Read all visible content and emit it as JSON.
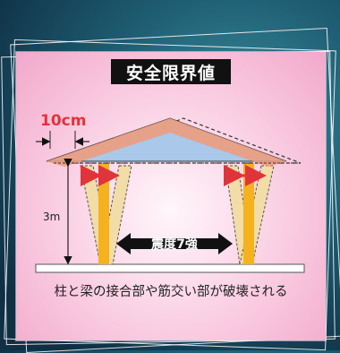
{
  "title": "安全限界値",
  "dimension_top": "10cm",
  "dimension_height": "3m",
  "quake_label": "震度7強",
  "caption": "柱と梁の接合部や筋交い部が破壊される",
  "colors": {
    "accent_red": "#e0343a",
    "roof_fill": "#a9c8ea",
    "roof_edge": "#f19a78",
    "column_fill": "#f5b21e",
    "brace_fill": "#f2dca8"
  }
}
